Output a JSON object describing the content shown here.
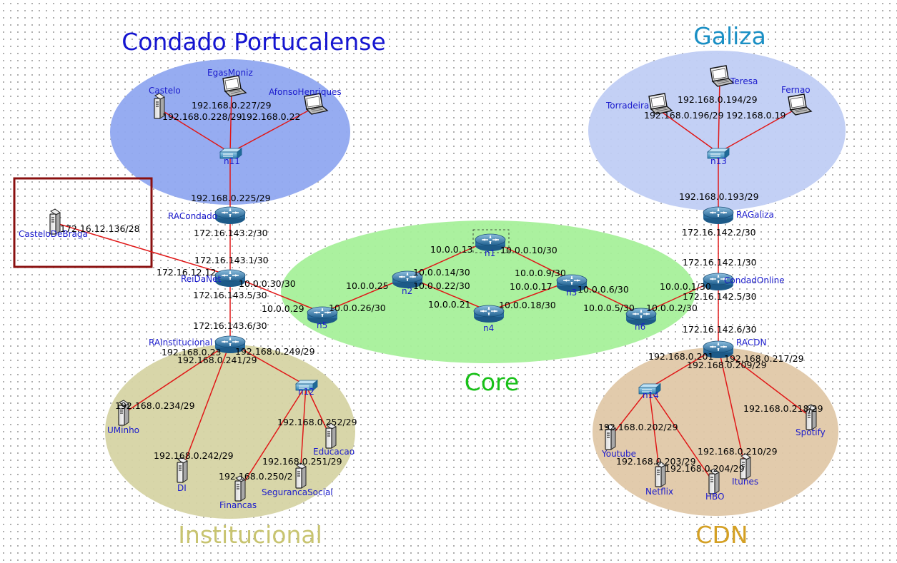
{
  "areas": {
    "condado": {
      "title": "Condado Portucalense",
      "color": "#1515d0"
    },
    "galiza": {
      "title": "Galiza",
      "color": "#1a8fc4"
    },
    "core": {
      "title": "Core",
      "color": "#18c018"
    },
    "institucional": {
      "title": "Institucional",
      "color": "#c8c470"
    },
    "cdn": {
      "title": "CDN",
      "color": "#d4a024"
    }
  },
  "nodes": {
    "castelo": "Castelo",
    "egasmoniz": "EgasMoniz",
    "afonsohenriques": "AfonsoHenriques",
    "n11": "n11",
    "racondado": "RACondado",
    "casteloDeBraga": "CasteloDeBraga",
    "reidanet": "ReiDaNet",
    "rainstitucional": "RAInstitucional",
    "n12": "n12",
    "uminho": "UMinho",
    "di": "DI",
    "financas": "Financas",
    "segurancasocial": "SegurancaSocial",
    "educacao": "Educacao",
    "n1": "n1",
    "n2": "n2",
    "n3": "n3",
    "n4": "n4",
    "n5": "n5",
    "n6": "n6",
    "teresa": "Teresa",
    "torradeira": "Torradeira",
    "fernao": "Fernao",
    "n13": "n13",
    "ragaliza": "RAGaliza",
    "condadonline": "CondadOnline",
    "racdn": "RACDN",
    "n14": "n14",
    "youtube": "Youtube",
    "netflix": "Netflix",
    "hbo": "HBO",
    "itunes": "Itunes",
    "spotify": "Spotify"
  },
  "ips": {
    "castelo": "192.168.0.228/29",
    "egasmoniz": "192.168.0.227/29",
    "afonsohenriques": "192.168.0.22",
    "racondado_lan": "192.168.0.225/29",
    "racondado_wan": "172.16.143.2/30",
    "reidanet_up": "172.16.143.1/30",
    "reidanet_left": "172.16.12.12",
    "castelodebraga": "172.16.12.136/28",
    "reidanet_core": "10.0.0.30/30",
    "reidanet_down": "172.16.143.5/30",
    "rainst_up": "172.16.143.6/30",
    "rainst_a": "192.168.0.23",
    "rainst_b": "192.168.0.249/29",
    "rainst_c": "192.168.0.241/29",
    "uminho": "192.168.0.234/29",
    "di": "192.168.0.242/29",
    "educacao": "192.168.0.252/29",
    "segurancasocial": "192.168.0.251/29",
    "financas": "192.168.0.250/2",
    "n1_left": "10.0.0.13",
    "n1_right": "10.0.0.10/30",
    "n2_top": "10.0.0.14/30",
    "n2_left": "10.0.0.25",
    "n2_bottom": "10.0.0.22/30",
    "n3_top": "10.0.0.9/30",
    "n3_left": "10.0.0.17",
    "n3_right": "10.0.0.6/30",
    "n4_left": "10.0.0.21",
    "n4_right": "10.0.0.18/30",
    "n5_left": "10.0.0.29",
    "n5_right": "10.0.0.26/30",
    "n6_left": "10.0.0.5/30",
    "n6_right": "10.0.0.2/30",
    "condadonline_left": "10.0.0.1/30",
    "teresa": "192.168.0.194/29",
    "torradeira": "192.168.0.196/29",
    "fernao": "192.168.0.19",
    "ragaliza_lan": "192.168.0.193/29",
    "ragaliza_wan": "172.16.142.2/30",
    "condadonline_up": "172.16.142.1/30",
    "condadonline_down": "172.16.142.5/30",
    "racdn_up": "172.16.142.6/30",
    "racdn_a": "192.168.0.201",
    "racdn_b": "192.168.0.217/29",
    "racdn_c": "192.168.0.209/29",
    "spotify": "192.168.0.218/29",
    "youtube": "192.168.0.202/29",
    "netflix": "192.168.0.203/29",
    "hbo": "192.168.0.204/29",
    "itunes": "192.168.0.210/29"
  }
}
